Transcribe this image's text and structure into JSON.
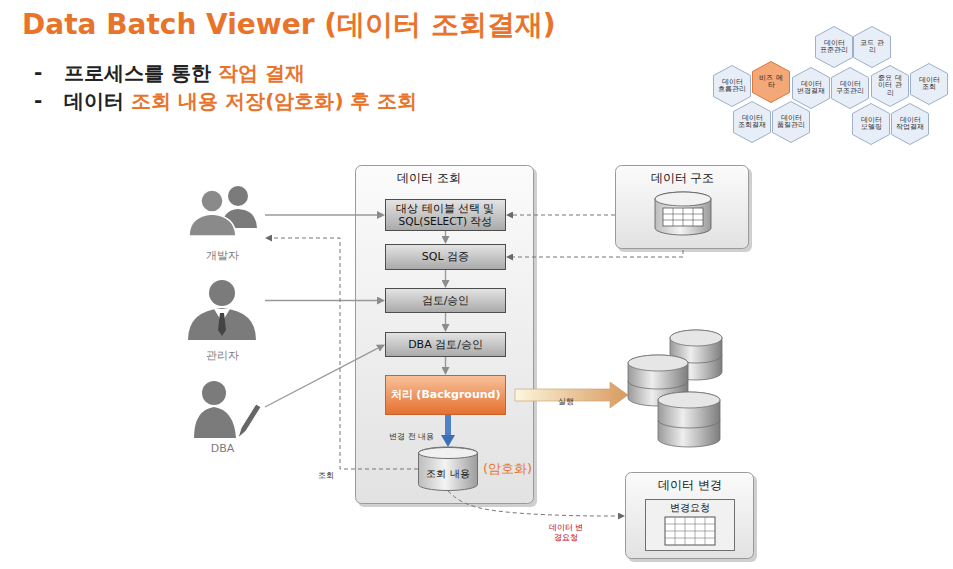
{
  "diagram": {
    "title": "Data Batch Viewer (데이터 조회결재)",
    "nodes": [
      {
        "text": [
          "개발자"
        ]
      },
      {
        "text": [
          "관리자"
        ]
      },
      {
        "text": [
          "DBA"
        ]
      },
      {
        "text": [
          "데이터 조회"
        ]
      },
      {
        "text": [
          "대상 테이블 선택 및 SQL(SELECT) 작성"
        ],
        "in": 3
      },
      {
        "text": [
          "SQL 검증"
        ],
        "in": 3
      },
      {
        "text": [
          "검토/승인"
        ],
        "in": 3
      },
      {
        "text": [
          "DBA 검토/승인"
        ],
        "in": 3
      },
      {
        "text": [
          "처리 (Background)"
        ],
        "in": 3
      },
      {
        "text": [
          "조회 내용"
        ],
        "in": 3
      },
      {
        "text": [
          "데이터 구조"
        ]
      },
      {
        "text": [
          "데이터 변경"
        ]
      },
      {
        "text": [
          "변경요청"
        ],
        "in": 11
      },
      {
        "text": [
          "데이터 표준관리"
        ]
      },
      {
        "text": [
          "코드 관리"
        ]
      },
      {
        "text": [
          "데이터 흐름관리"
        ]
      },
      {
        "text": [
          "비즈 메타"
        ]
      },
      {
        "text": [
          "데이터 변경결재"
        ]
      },
      {
        "text": [
          "데이터 구조관리"
        ]
      },
      {
        "text": [
          "중요 데이터 관리"
        ]
      },
      {
        "text": [
          "데이터 조회"
        ]
      },
      {
        "text": [
          "데이터 조회결재"
        ]
      },
      {
        "text": [
          "데이터 품질관리"
        ]
      },
      {
        "text": [
          "데이터 모델링"
        ]
      },
      {
        "text": [
          "데이터 작업결재"
        ]
      }
    ],
    "edges": [
      {
        "from": 0,
        "to": 4,
        "arrow": "to"
      },
      {
        "from": 1,
        "to": 6,
        "arrow": "to"
      },
      {
        "from": 2,
        "to": 7,
        "arrow": "to"
      },
      {
        "from": 4,
        "to": 5,
        "arrow": "to"
      },
      {
        "from": 5,
        "to": 6,
        "arrow": "to"
      },
      {
        "from": 6,
        "to": 7,
        "arrow": "to"
      },
      {
        "from": 7,
        "to": 8,
        "arrow": "to"
      },
      {
        "from": 8,
        "to": 9,
        "arrow": "to",
        "label": "변경 전 내용"
      },
      {
        "from": 9,
        "to": 0,
        "arrow": "to",
        "label": "조회"
      },
      {
        "from": 10,
        "to": 4,
        "arrow": "to"
      },
      {
        "from": 10,
        "to": 5,
        "arrow": "to"
      },
      {
        "from": 9,
        "to": 11,
        "arrow": "to",
        "label": "데이터 변경요청"
      }
    ],
    "labels": [
      "-",
      "프로세스를 통한",
      "작업 결재",
      "-",
      "데이터",
      "조회 내용 저장(암호화) 후 조회",
      "(암호화)",
      "실행"
    ]
  }
}
